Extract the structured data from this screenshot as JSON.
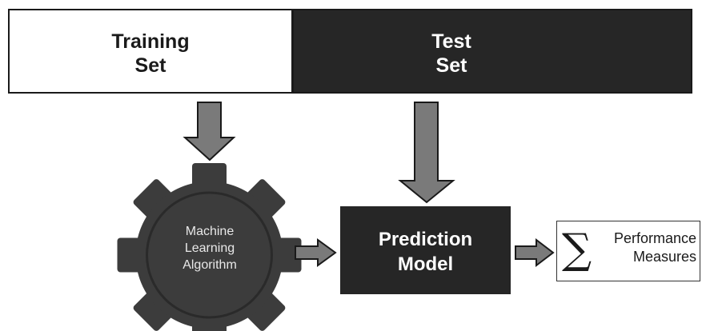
{
  "training_set": {
    "line1": "Training",
    "line2": "Set"
  },
  "test_set": {
    "line1": "Test",
    "line2": "Set"
  },
  "algorithm": {
    "line1": "Machine",
    "line2": "Learning",
    "line3": "Algorithm"
  },
  "model": {
    "line1": "Prediction",
    "line2": "Model"
  },
  "performance": {
    "symbol": "∑",
    "line1": "Performance",
    "line2": "Measures"
  },
  "colors": {
    "dark_fill": "#262626",
    "gear_fill": "#3c3c3c",
    "arrow_fill": "#7a7a7a",
    "arrow_stroke": "#1a1a1a"
  }
}
